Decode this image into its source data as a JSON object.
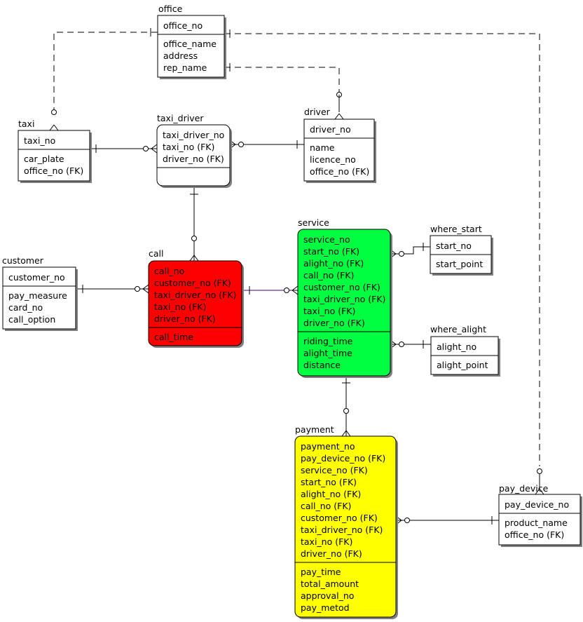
{
  "diagram": {
    "entities": [
      {
        "id": "office",
        "title": "office",
        "pk": [
          "office_no"
        ],
        "attrs": [
          "office_name",
          "address",
          "rep_name"
        ],
        "fill": "#ffffff",
        "rounded": false
      },
      {
        "id": "taxi",
        "title": "taxi",
        "pk": [
          "taxi_no"
        ],
        "attrs": [
          "car_plate",
          "office_no (FK)"
        ],
        "fill": "#ffffff",
        "rounded": false
      },
      {
        "id": "taxi_driver",
        "title": "taxi_driver",
        "pk": [
          "taxi_driver_no",
          "taxi_no (FK)",
          "driver_no (FK)"
        ],
        "attrs": [],
        "fill": "#ffffff",
        "rounded": true
      },
      {
        "id": "driver",
        "title": "driver",
        "pk": [
          "driver_no"
        ],
        "attrs": [
          "name",
          "licence_no",
          "office_no (FK)"
        ],
        "fill": "#ffffff",
        "rounded": false
      },
      {
        "id": "customer",
        "title": "customer",
        "pk": [
          "customer_no"
        ],
        "attrs": [
          "pay_measure",
          "card_no",
          "call_option"
        ],
        "fill": "#ffffff",
        "rounded": false
      },
      {
        "id": "call",
        "title": "call",
        "pk": [
          "call_no",
          "customer_no (FK)",
          "taxi_driver_no (FK)",
          "taxi_no (FK)",
          "driver_no (FK)"
        ],
        "attrs": [
          "call_time"
        ],
        "fill": "#ff0000",
        "rounded": true
      },
      {
        "id": "service",
        "title": "service",
        "pk": [
          "service_no",
          "start_no (FK)",
          "alight_no (FK)",
          "call_no (FK)",
          "customer_no (FK)",
          "taxi_driver_no (FK)",
          "taxi_no (FK)",
          "driver_no (FK)"
        ],
        "attrs": [
          "riding_time",
          "alight_time",
          "distance"
        ],
        "fill": "#00ff40",
        "rounded": true
      },
      {
        "id": "where_start",
        "title": "where_start",
        "pk": [
          "start_no"
        ],
        "attrs": [
          "start_point"
        ],
        "fill": "#ffffff",
        "rounded": false
      },
      {
        "id": "where_alight",
        "title": "where_alight",
        "pk": [
          "alight_no"
        ],
        "attrs": [
          "alight_point"
        ],
        "fill": "#ffffff",
        "rounded": false
      },
      {
        "id": "payment",
        "title": "payment",
        "pk": [
          "payment_no",
          "pay_device_no (FK)",
          "service_no (FK)",
          "start_no (FK)",
          "alight_no (FK)",
          "call_no (FK)",
          "customer_no (FK)",
          "taxi_driver_no (FK)",
          "taxi_no (FK)",
          "driver_no (FK)"
        ],
        "attrs": [
          "pay_time",
          "total_amount",
          "approval_no",
          "pay_metod"
        ],
        "fill": "#ffff00",
        "rounded": true
      },
      {
        "id": "pay_device",
        "title": "pay_device",
        "pk": [
          "pay_device_no"
        ],
        "attrs": [
          "product_name",
          "office_no (FK)"
        ],
        "fill": "#ffffff",
        "rounded": false
      }
    ]
  }
}
